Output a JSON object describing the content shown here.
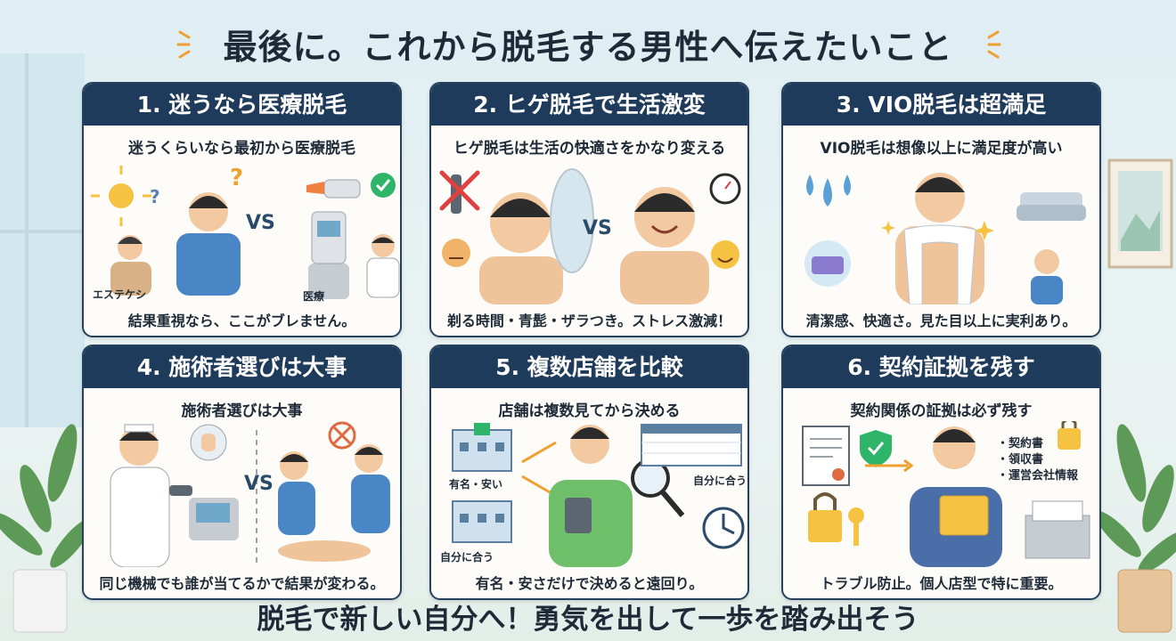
{
  "title": "最後に。これから脱毛する男性へ伝えたいこと",
  "footer": "脱毛で新しい自分へ！勇気を出して一歩を踏み出そう",
  "cards": [
    {
      "heading": "1. 迷うなら医療脱毛",
      "subtitle": "迷うくらいなら最初から医療脱毛",
      "caption": "結果重視なら、ここがブレません。",
      "labels": [
        "エステケシ",
        "VS",
        "医療"
      ]
    },
    {
      "heading": "2. ヒゲ脱毛で生活激変",
      "subtitle": "ヒゲ脱毛は生活の快適さをかなり変える",
      "caption": "剃る時間・青髭・ザラつき。ストレス激減！",
      "labels": [
        "VS"
      ]
    },
    {
      "heading": "3. VIO脱毛は超満足",
      "subtitle": "VIO脱毛は想像以上に満足度が高い",
      "caption": "清潔感、快適さ。見た目以上に実利あり。",
      "labels": []
    },
    {
      "heading": "4. 施術者選びは大事",
      "subtitle": "施術者選びは大事",
      "caption": "同じ機械でも誰が当てるかで結果が変わる。",
      "labels": [
        "VS"
      ]
    },
    {
      "heading": "5. 複数店舗を比較",
      "subtitle": "店舗は複数見てから決める",
      "caption": "有名・安さだけで決めると遠回り。",
      "labels": [
        "有名・安い",
        "自分に合う",
        "自分に合う"
      ]
    },
    {
      "heading": "6. 契約証拠を残す",
      "subtitle": "契約関係の証拠は必ず残す",
      "caption": "トラブル防止。個人店型で特に重要。",
      "labels": [
        "・契約書",
        "・領収書",
        "・運営会社情報"
      ]
    }
  ],
  "colors": {
    "header": "#1f3b5b",
    "accent": "#f0a030",
    "check": "#2fb56a",
    "cross": "#e04040"
  }
}
